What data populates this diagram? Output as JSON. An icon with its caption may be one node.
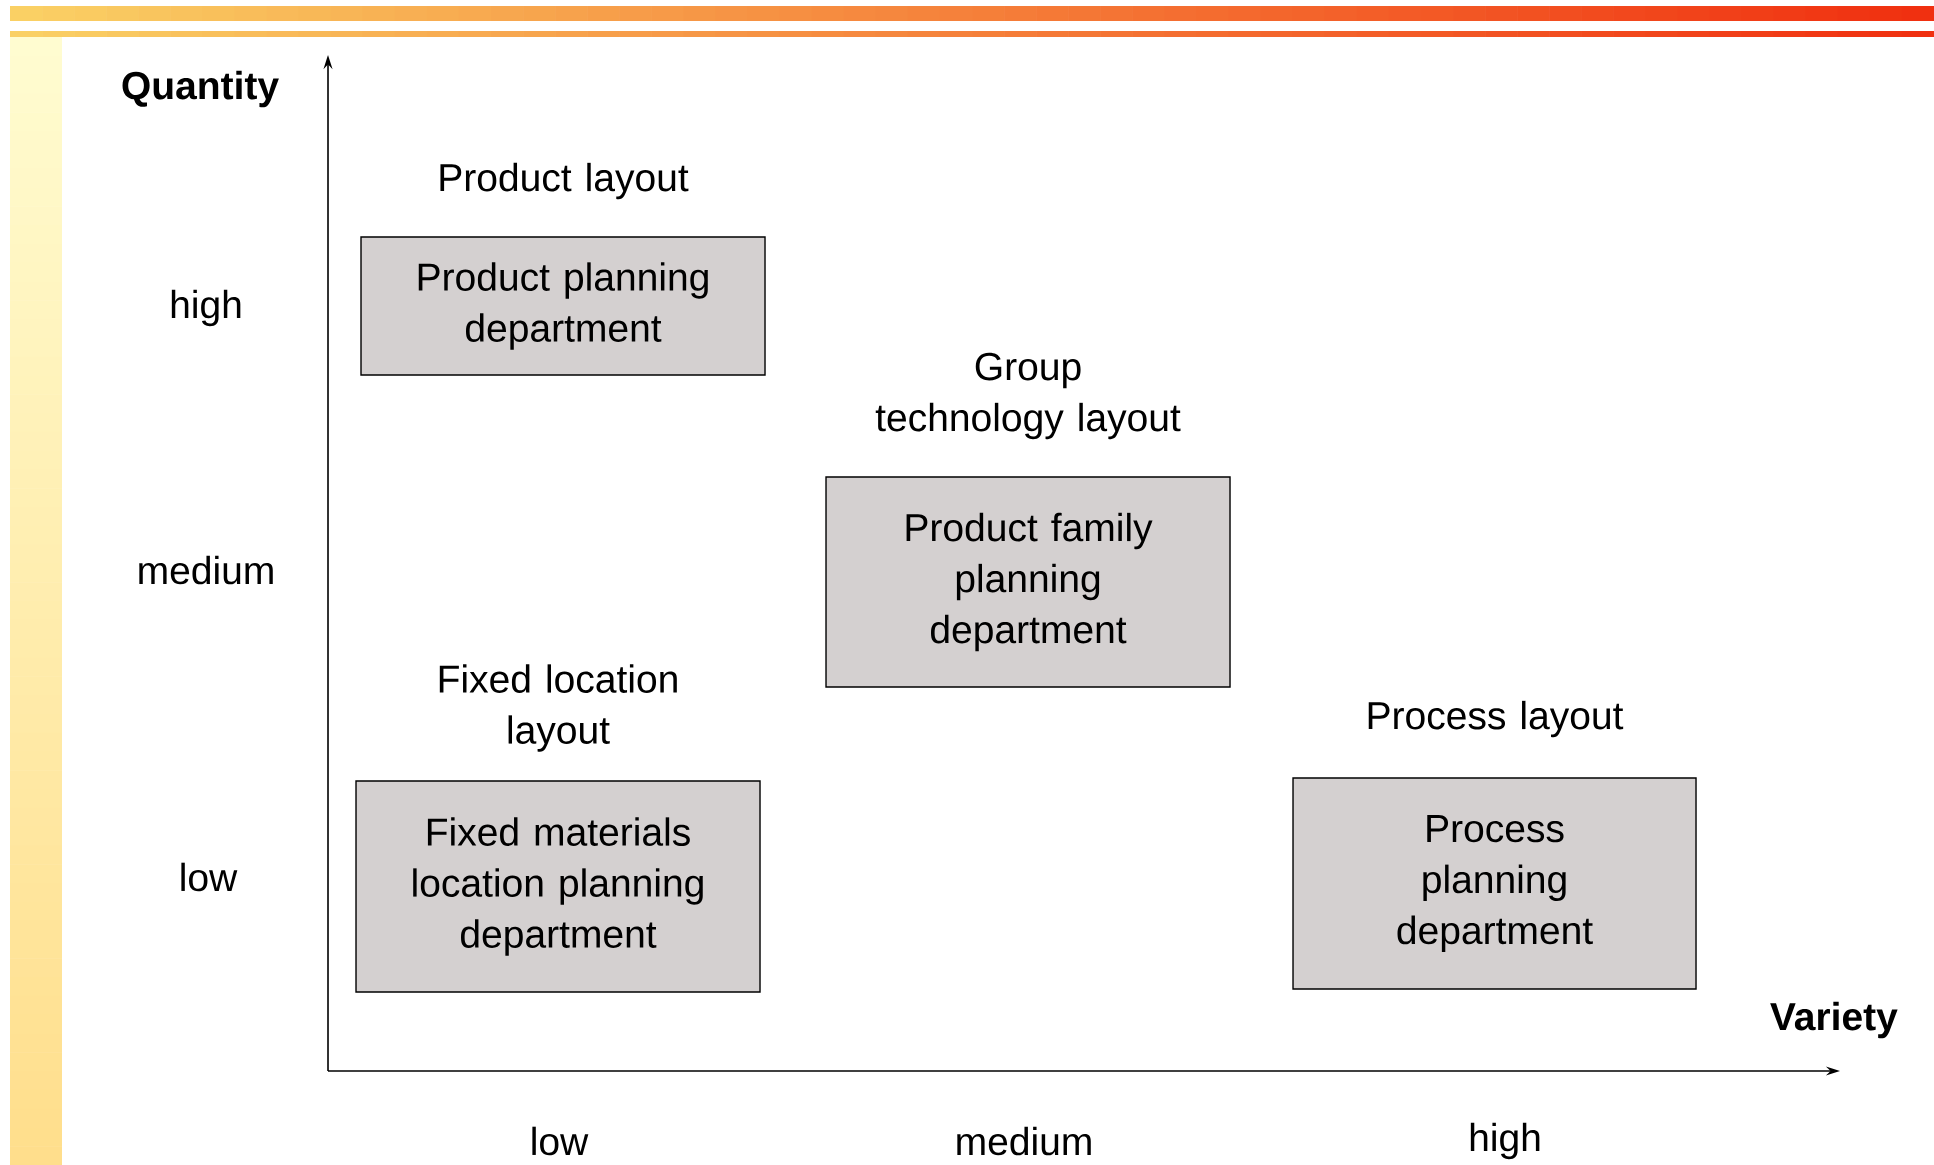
{
  "diagram": {
    "nodes": [
      {
        "text": [
          "Product layout",
          "Product planning department"
        ]
      },
      {
        "text": [
          "Group technology layout",
          "Product family planning department"
        ]
      },
      {
        "text": [
          "Fixed location layout",
          "Fixed materials location planning department"
        ]
      },
      {
        "text": [
          "Process layout",
          "Process planning department"
        ]
      }
    ],
    "labels": [
      "Quantity",
      "high",
      "medium",
      "low",
      "Variety",
      "low",
      "medium",
      "high"
    ]
  }
}
